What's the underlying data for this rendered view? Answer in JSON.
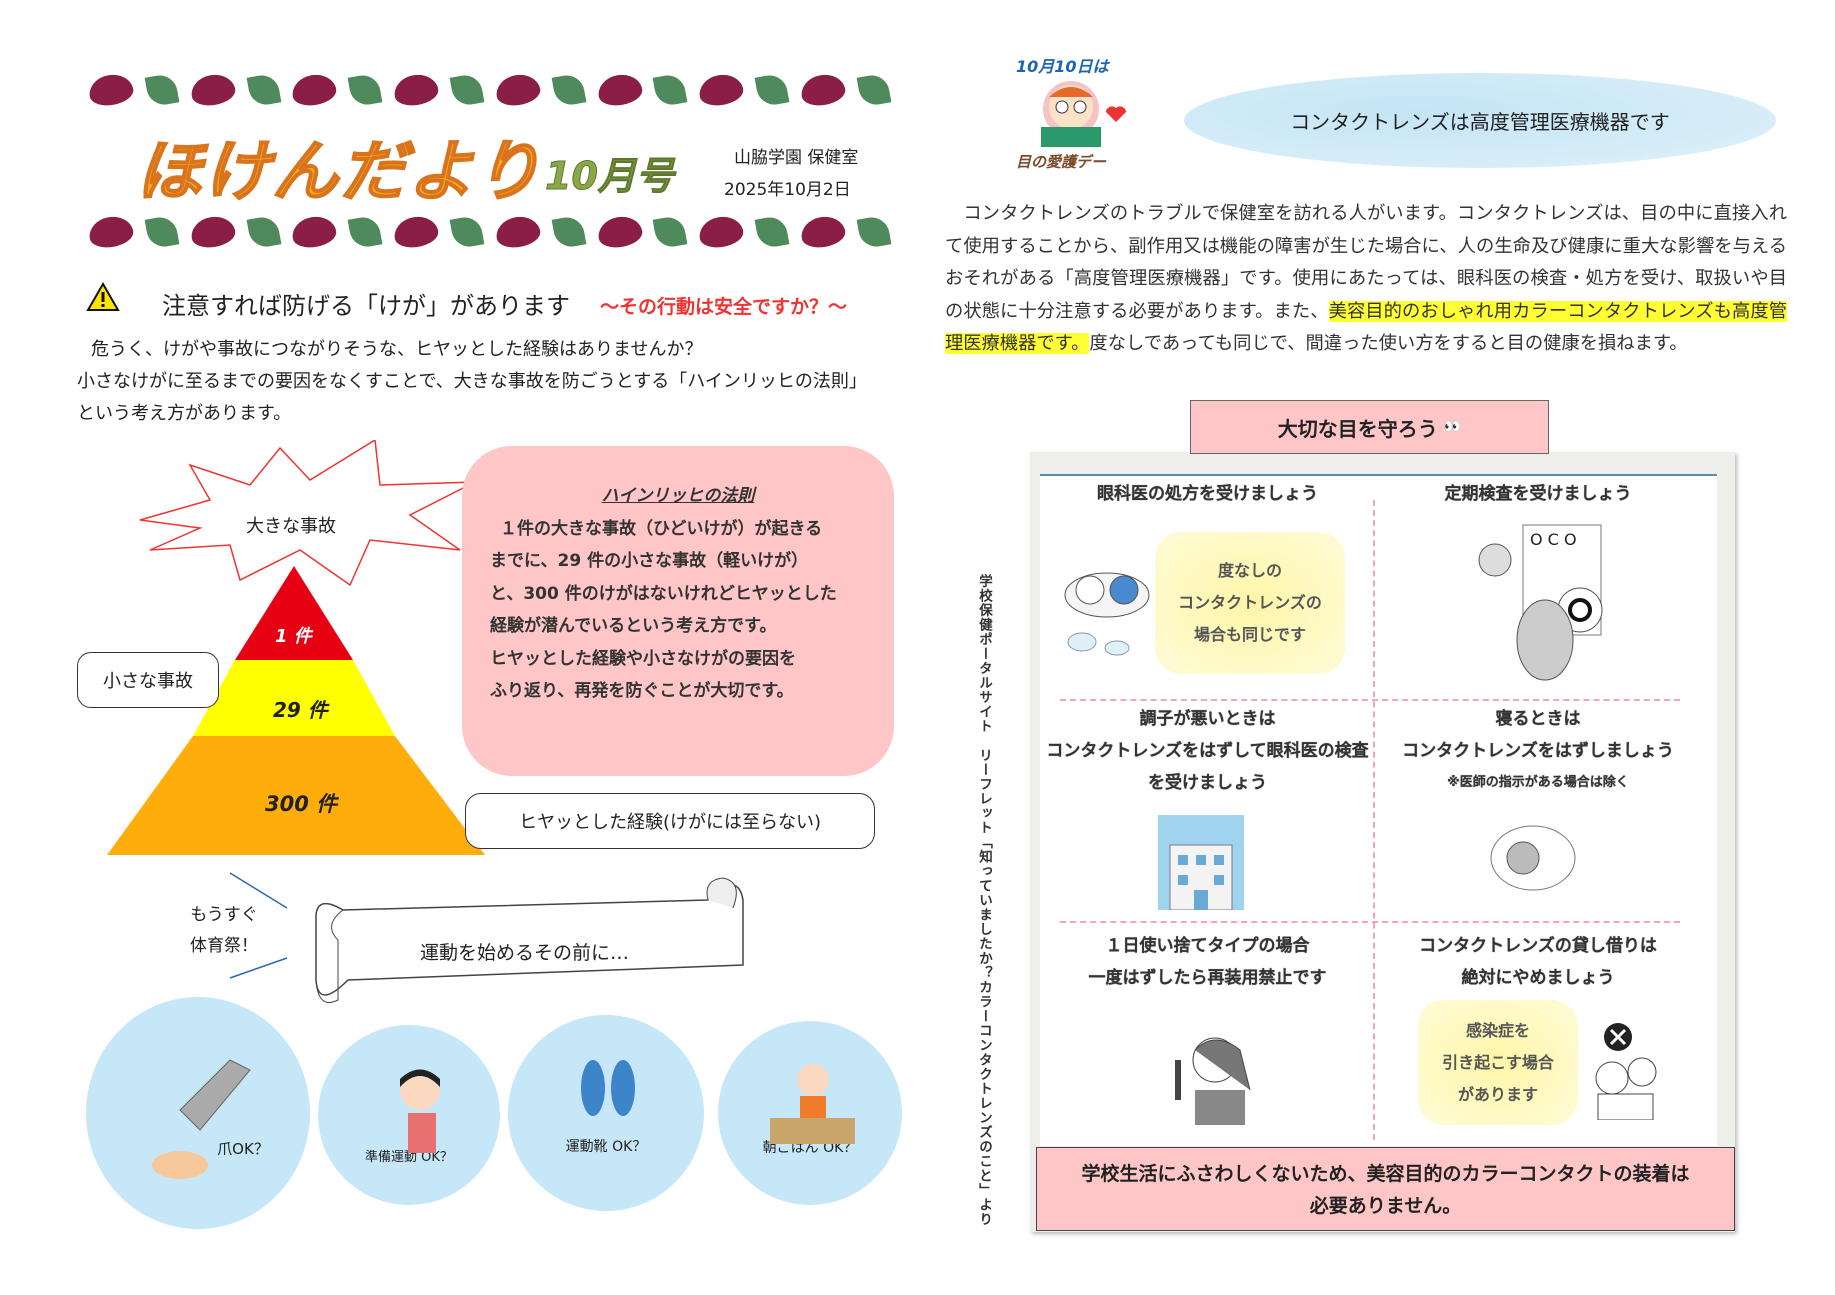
{
  "header": {
    "title": "ほけんだより",
    "issue": "10月号",
    "school": "山脇学園 保健室",
    "date": "2025年10月2日"
  },
  "section1": {
    "heading": "注意すれば防げる「けが」があります",
    "subheading": "～その行動は安全ですか？～",
    "paragraph": [
      "危うく、けがや事故につながりそうな、ヒヤッとした経験はありませんか？",
      "小さなけがに至るまでの要因をなくすことで、大きな事故を防ごうとする「ハインリッヒの法則」",
      "という考え方があります。"
    ]
  },
  "pyramid": {
    "burst": "大きな事故",
    "small_bubble": "小さな事故",
    "near_miss_bubble": "ヒヤッとした経験(けがには至らない)",
    "levels": [
      "1 件",
      "29 件",
      "300 件"
    ]
  },
  "heinrich": {
    "title": "ハインリッヒの法則",
    "lines": [
      "１件の大きな事故（ひどいけが）が起きる",
      "までに、29 件の小さな事故（軽いけが）",
      "と、300 件のけがはないけれどヒヤッとした",
      "経験が潜んでいるという考え方です。",
      "ヒヤッとした経験や小さなけがの要因を",
      "ふり返り、再発を防ぐことが大切です。"
    ]
  },
  "sports": {
    "soon": [
      "もうすぐ",
      "体育祭！"
    ],
    "scroll": "運動を始めるその前に…",
    "checks": [
      "爪OK？",
      "準備運動 OK？",
      "運動靴 OK？",
      "朝ごはん OK？"
    ]
  },
  "eye_day": {
    "logo_top": "10月10日は",
    "logo_bottom": "目の愛護デー"
  },
  "section2": {
    "title": "コンタクトレンズは高度管理医療機器です",
    "paragraph_before": "　コンタクトレンズのトラブルで保健室を訪れる人がいます。コンタクトレンズは、目の中に直接入れて使用することから、副作用又は機能の障害が生じた場合に、人の生命及び健康に重大な影響を与えるおそれがある「高度管理医療機器」です。使用にあたっては、眼科医の検査・処方を受け、取扱いや目の状態に十分注意する必要があります。また、",
    "paragraph_highlight": "美容目的のおしゃれ用カラーコンタクトレンズも高度管理医療機器です。",
    "paragraph_after": "度なしであっても同じで、間違った使い方をすると目の健康を損ねます。",
    "highlight_color": "#ffff33"
  },
  "leaflet": {
    "tag": "大切な目を守ろう",
    "source": "学校保健ポータルサイト　リーフレット「知っていましたか？カラーコンタクトレンズのこと」より",
    "cells": [
      {
        "lines": [
          "眼科医の処方を受けましょう"
        ],
        "note": [
          "度なしの",
          "コンタクトレンズの",
          "場合も同じです"
        ]
      },
      {
        "lines": [
          "定期検査を受けましょう"
        ]
      },
      {
        "lines": [
          "調子が悪いときは",
          "コンタクトレンズをはずして眼科医の検査",
          "を受けましょう"
        ]
      },
      {
        "lines": [
          "寝るときは",
          "コンタクトレンズをはずしましょう"
        ],
        "small": "※医師の指示がある場合は除く"
      },
      {
        "lines": [
          "１日使い捨てタイプの場合",
          "一度はずしたら再装用禁止です"
        ]
      },
      {
        "lines": [
          "コンタクトレンズの貸し借りは",
          "絶対にやめましょう"
        ],
        "note": [
          "感染症を",
          "引き起こす場合",
          "があります"
        ]
      }
    ],
    "banner": [
      "学校生活にふさわしくないため、美容目的のカラーコンタクトの装着は",
      "必要ありません。"
    ]
  }
}
